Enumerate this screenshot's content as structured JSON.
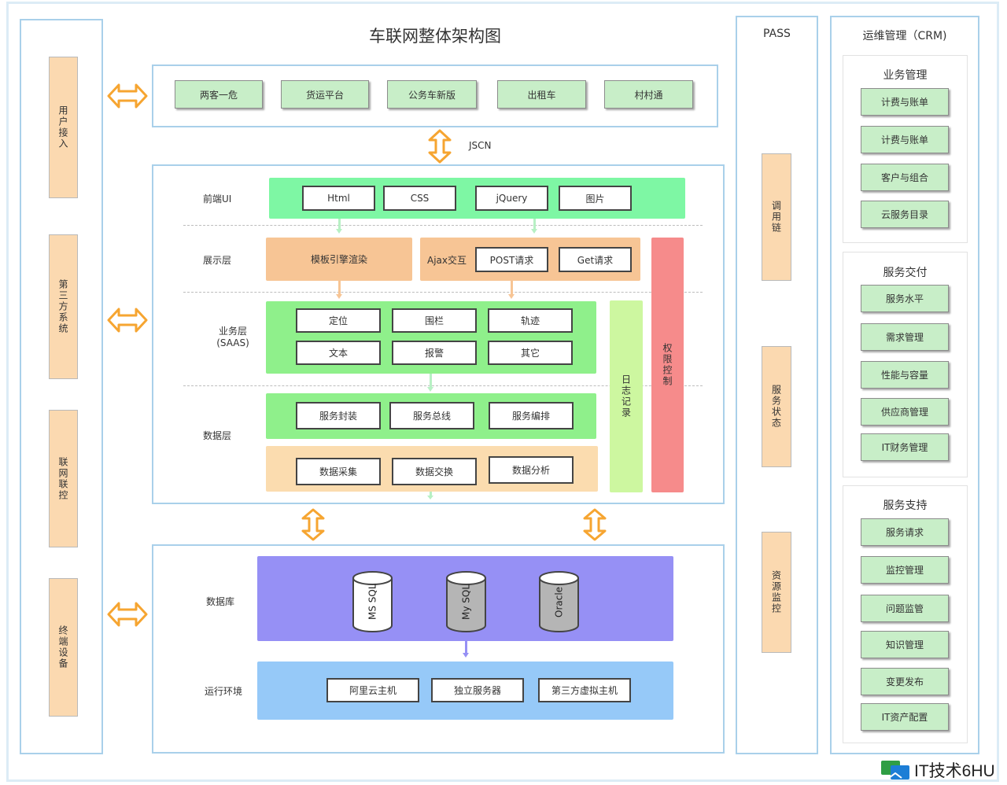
{
  "title": "车联网整体架构图",
  "left_column": [
    "用户接入",
    "第三方系统",
    "联网联控",
    "终端设备"
  ],
  "top_apps": [
    "两客一危",
    "货运平台",
    "公务车新版",
    "出租车",
    "村村通"
  ],
  "jscn_label": "JSCN",
  "layers": {
    "frontend": {
      "label": "前端UI",
      "items": [
        "Html",
        "CSS",
        "jQuery",
        "图片"
      ]
    },
    "display": {
      "label": "展示层",
      "template": "模板引擎渲染",
      "ajax": "Ajax交互",
      "items": [
        "POST请求",
        "Get请求"
      ]
    },
    "business": {
      "label": "业务层\n(SAAS)",
      "items": [
        "定位",
        "围栏",
        "轨迹",
        "文本",
        "报警",
        "其它"
      ]
    },
    "data": {
      "label": "数据层",
      "service_items": [
        "服务封装",
        "服务总线",
        "服务编排"
      ],
      "data_items": [
        "数据采集",
        "数据交换",
        "数据分析"
      ]
    },
    "log": "日志记录",
    "permission": "权限控制"
  },
  "database": {
    "label": "数据库",
    "items": [
      "MS SQL",
      "My SQL",
      "Oracle"
    ]
  },
  "runtime": {
    "label": "运行环境",
    "items": [
      "阿里云主机",
      "独立服务器",
      "第三方虚拟主机"
    ]
  },
  "pass": {
    "title": "PASS",
    "items": [
      "调用链",
      "服务状态",
      "资源监控"
    ]
  },
  "crm": {
    "title": "运维管理（CRM)",
    "sections": [
      {
        "title": "业务管理",
        "items": [
          "计费与账单",
          "计费与账单",
          "客户与组合",
          "云服务目录"
        ]
      },
      {
        "title": "服务交付",
        "items": [
          "服务水平",
          "需求管理",
          "性能与容量",
          "供应商管理",
          "IT财务管理"
        ]
      },
      {
        "title": "服务支持",
        "items": [
          "服务请求",
          "监控管理",
          "问题监管",
          "知识管理",
          "变更发布",
          "IT资产配置"
        ]
      }
    ]
  },
  "watermark": "IT技术6HU",
  "colors": {
    "frontend_band": "#7ef7a4",
    "display_band": "#f7c595",
    "business_band": "#8ff08b",
    "data_service_band": "#8ff08b",
    "data_data_band": "#fbdcaf",
    "log_band": "#cdf7a0",
    "permission_band": "#f68b8b",
    "database_band": "#9690f5",
    "runtime_band": "#96c9f8",
    "arrow": "#f6a531"
  }
}
